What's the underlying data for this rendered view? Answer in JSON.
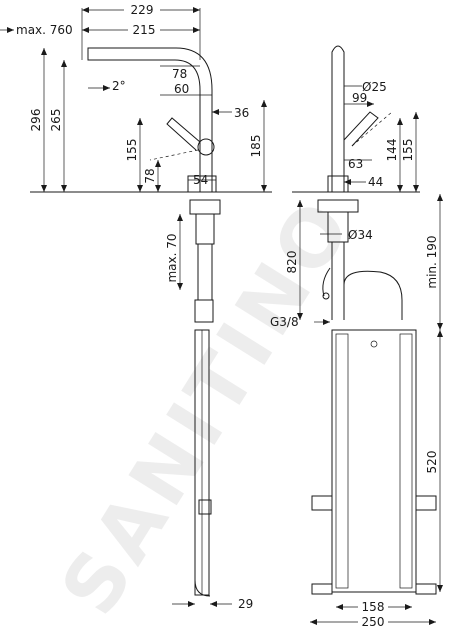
{
  "watermark": "SANITINO",
  "left_view": {
    "dims": {
      "max_reach": "max. 760",
      "width_229": "229",
      "width_215": "215",
      "angle": "2°",
      "d78": "78",
      "d60": "60",
      "d36": "36",
      "h296": "296",
      "h265": "265",
      "h155": "155",
      "h185": "185",
      "h78": "78",
      "w54": "54",
      "max70": "max. 70",
      "w29": "29"
    }
  },
  "right_view": {
    "dims": {
      "d25": "Ø25",
      "d99": "99",
      "d63": "63",
      "d44": "44",
      "h144": "144",
      "h155": "155",
      "h820": "820",
      "d34": "Ø34",
      "min190": "min. 190",
      "thread": "G3/8",
      "h520": "520",
      "w158": "158",
      "w250": "250"
    }
  },
  "colors": {
    "line": "#1a1a1a",
    "watermark": "#d9d9d9"
  }
}
